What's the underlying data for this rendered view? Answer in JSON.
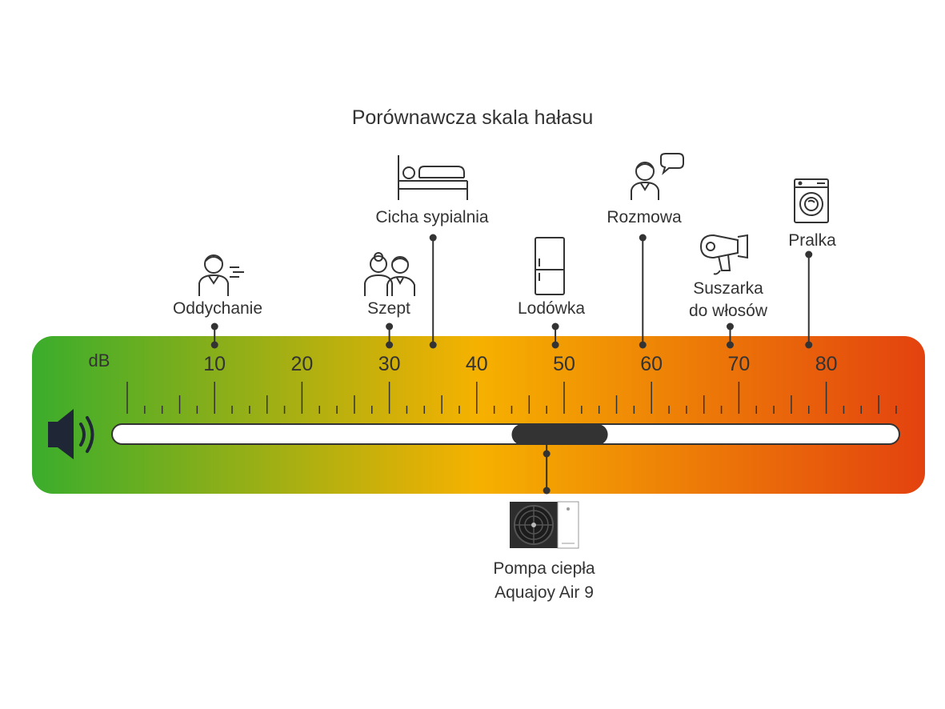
{
  "title": "Porównawcza skala hałasu",
  "scale": {
    "unit_label": "dB",
    "ticks": [
      "10",
      "20",
      "30",
      "40",
      "50",
      "60",
      "70",
      "80"
    ],
    "min": 0,
    "max": 88,
    "gradient_colors": [
      "#3aad2c",
      "#f6b100",
      "#e3420f"
    ]
  },
  "markers": [
    {
      "label": "Oddychanie",
      "value": 10,
      "icon": "breathing-person-icon"
    },
    {
      "label": "Szept",
      "value": 30,
      "icon": "whispering-people-icon"
    },
    {
      "label": "Cicha sypialnia",
      "value": 35,
      "icon": "bed-icon"
    },
    {
      "label": "Lodówka",
      "value": 49,
      "icon": "fridge-icon"
    },
    {
      "label": "Rozmowa",
      "value": 59,
      "icon": "talking-person-icon"
    },
    {
      "label_lines": [
        "Suszarka",
        "do włosów"
      ],
      "value": 69,
      "icon": "hair-dryer-icon"
    },
    {
      "label": "Pralka",
      "value": 78,
      "icon": "washing-machine-icon"
    }
  ],
  "product": {
    "label_lines": [
      "Pompa ciepła",
      "Aquajoy Air 9"
    ],
    "range": [
      44,
      55
    ],
    "value": 48,
    "icon": "heat-pump-icon"
  }
}
